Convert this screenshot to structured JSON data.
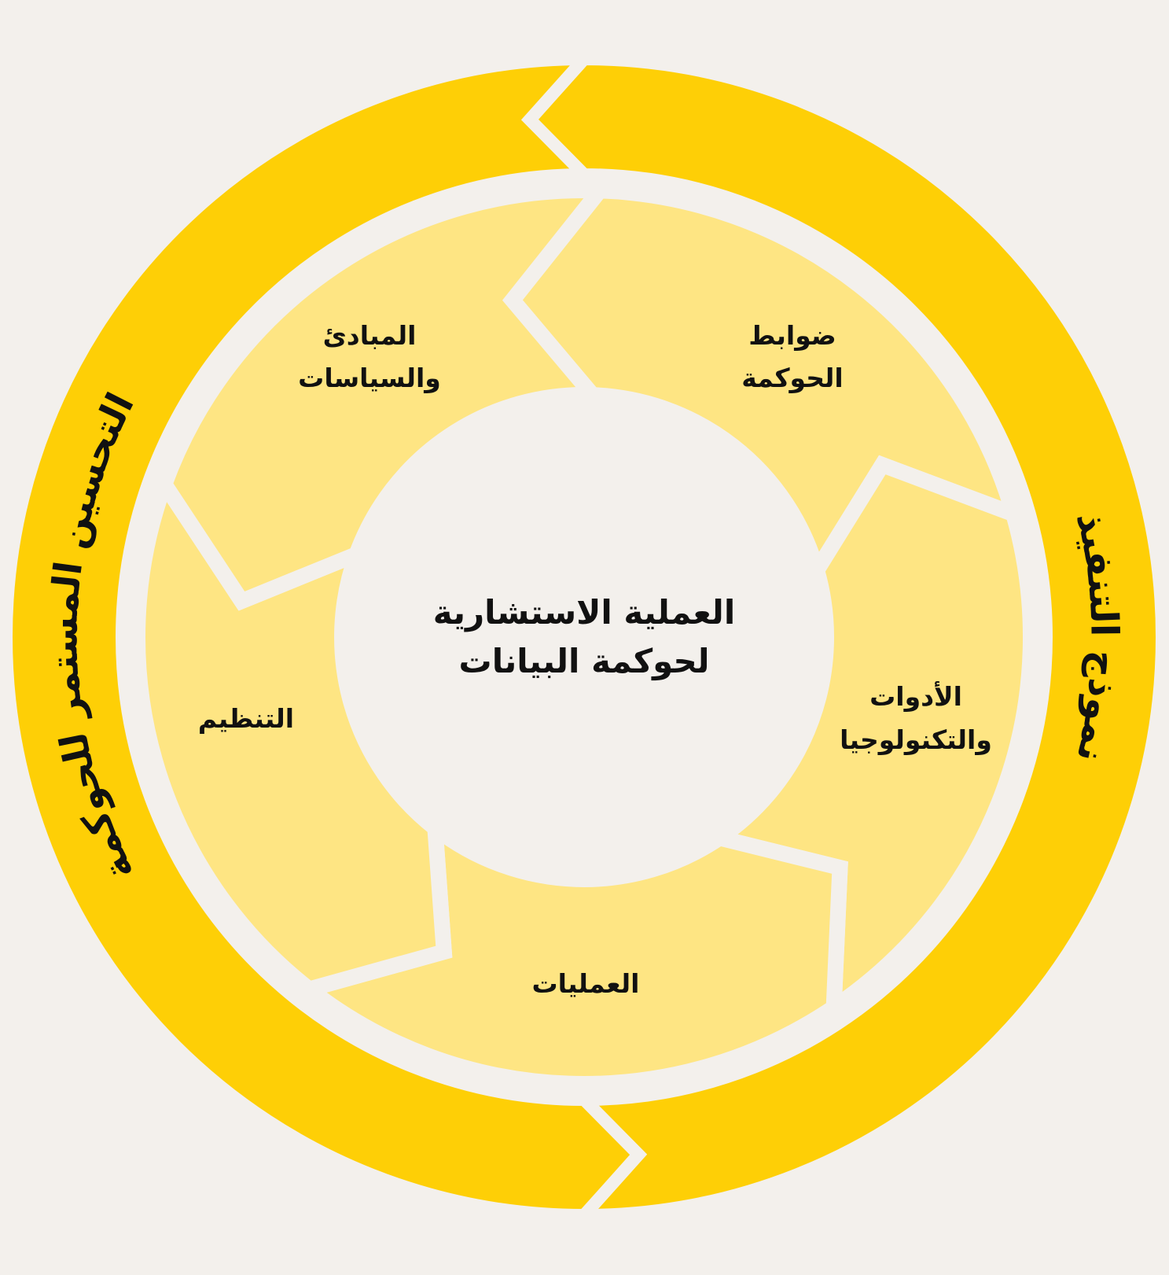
{
  "colors": {
    "background": "#f3f0ec",
    "outer_ring": "#fecf06",
    "inner_ring": "#fee583",
    "separator": "#f3f0ec",
    "text": "#111111"
  },
  "center": {
    "line1": "العملية الاستشارية",
    "line2": "لحوكمة البيانات"
  },
  "outer_ring": {
    "left_label": "التحسين المستمر للحوكمة",
    "right_label": "نموذج التنفيذ"
  },
  "segments": [
    {
      "line1": "ضوابط",
      "line2": "الحوكمة"
    },
    {
      "line1": "الأدوات",
      "line2": "والتكنولوجيا"
    },
    {
      "line1": "العمليات",
      "line2": ""
    },
    {
      "line1": "التنظيم",
      "line2": ""
    },
    {
      "line1": "المبادئ",
      "line2": "والسياسات"
    }
  ]
}
